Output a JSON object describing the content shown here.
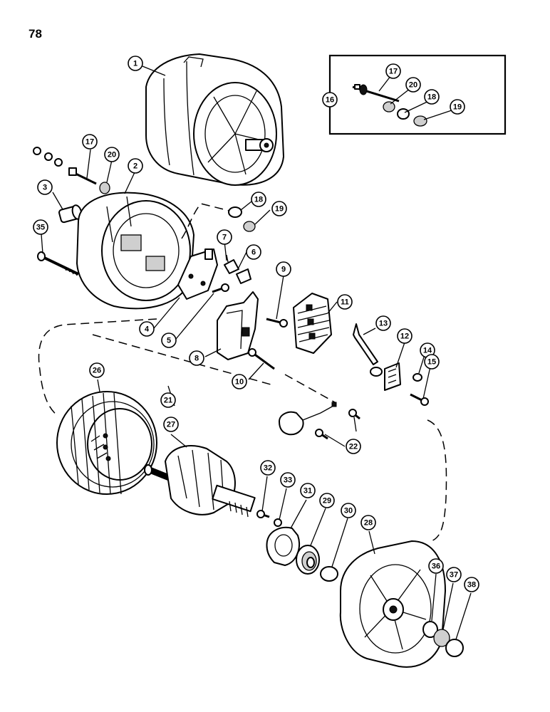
{
  "page": {
    "number": "78"
  },
  "inset": {
    "label": "16",
    "parts": [
      "17",
      "20",
      "18",
      "19"
    ]
  },
  "callouts": [
    {
      "id": "c1",
      "label": "1"
    },
    {
      "id": "c2",
      "label": "2"
    },
    {
      "id": "c3",
      "label": "3"
    },
    {
      "id": "c4",
      "label": "4"
    },
    {
      "id": "c5",
      "label": "5"
    },
    {
      "id": "c6",
      "label": "6"
    },
    {
      "id": "c7",
      "label": "7"
    },
    {
      "id": "c8",
      "label": "8"
    },
    {
      "id": "c9",
      "label": "9"
    },
    {
      "id": "c10",
      "label": "10"
    },
    {
      "id": "c11",
      "label": "11"
    },
    {
      "id": "c12",
      "label": "12"
    },
    {
      "id": "c13",
      "label": "13"
    },
    {
      "id": "c14",
      "label": "14"
    },
    {
      "id": "c15",
      "label": "15"
    },
    {
      "id": "c16",
      "label": "16"
    },
    {
      "id": "c17a",
      "label": "17"
    },
    {
      "id": "c20a",
      "label": "20"
    },
    {
      "id": "c18a",
      "label": "18"
    },
    {
      "id": "c19a",
      "label": "19"
    },
    {
      "id": "c17b",
      "label": "17"
    },
    {
      "id": "c20b",
      "label": "20"
    },
    {
      "id": "c18b",
      "label": "18"
    },
    {
      "id": "c19b",
      "label": "19"
    },
    {
      "id": "c21",
      "label": "21"
    },
    {
      "id": "c22",
      "label": "22"
    },
    {
      "id": "c26",
      "label": "26"
    },
    {
      "id": "c27",
      "label": "27"
    },
    {
      "id": "c28",
      "label": "28"
    },
    {
      "id": "c29",
      "label": "29"
    },
    {
      "id": "c30",
      "label": "30"
    },
    {
      "id": "c31",
      "label": "31"
    },
    {
      "id": "c32",
      "label": "32"
    },
    {
      "id": "c33",
      "label": "33"
    },
    {
      "id": "c35",
      "label": "35"
    },
    {
      "id": "c36",
      "label": "36"
    },
    {
      "id": "c37",
      "label": "37"
    },
    {
      "id": "c38",
      "label": "38"
    }
  ]
}
